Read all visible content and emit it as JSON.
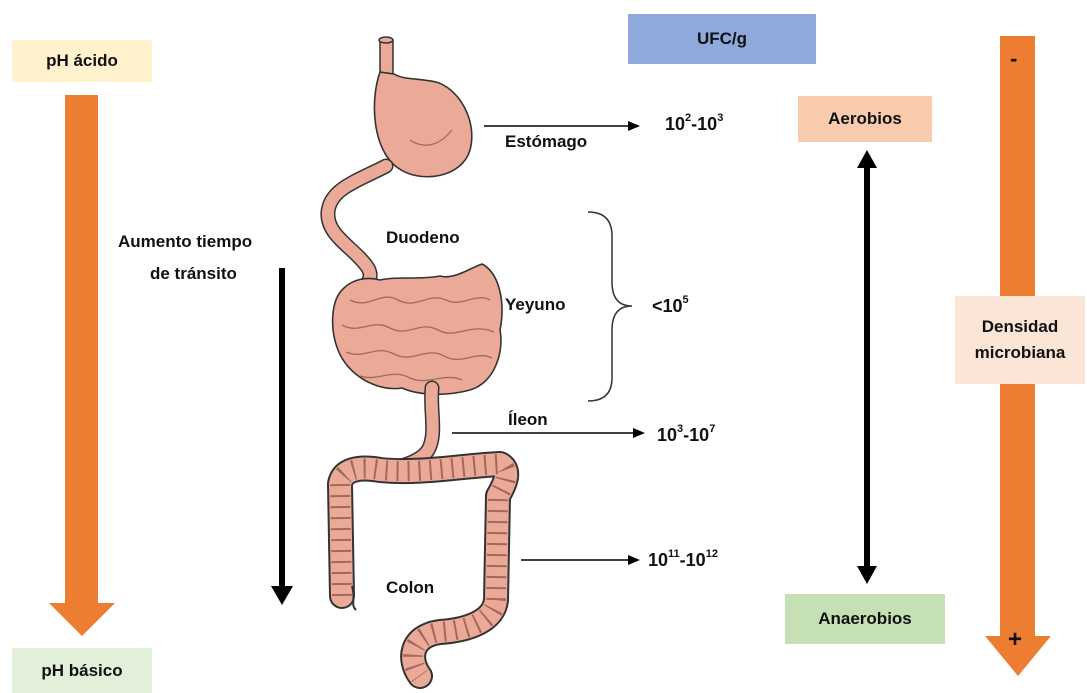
{
  "colors": {
    "orange_arrow": "#ED7D31",
    "ph_acid_bg": "#FFF2CC",
    "ph_basic_bg": "#E2F0D9",
    "ufc_bg": "#8EA9DB",
    "aerobios_bg": "#F8CBAD",
    "anaerobios_bg": "#C5E0B4",
    "densidad_bg": "#FBE5D6",
    "tissue": "#EBAA98"
  },
  "ph": {
    "acid": "pH ácido",
    "basic": "pH básico"
  },
  "ufc_header": "UFC/g",
  "transit": {
    "line1": "Aumento tiempo",
    "line2": "de tránsito"
  },
  "organs": {
    "stomach": "Estómago",
    "duodenum": "Duodeno",
    "jejunum": "Yeyuno",
    "ileum": "Íleon",
    "colon": "Colon"
  },
  "counts": {
    "stomach": {
      "a": "10",
      "a_exp": "2",
      "sep": "-",
      "b": "10",
      "b_exp": "3"
    },
    "jejunum": {
      "prefix": "<10",
      "exp": "5"
    },
    "ileum": {
      "a": "10",
      "a_exp": "3",
      "sep": "-",
      "b": "10",
      "b_exp": "7"
    },
    "colon": {
      "a": "10",
      "a_exp": "11",
      "sep": "-",
      "b": "10",
      "b_exp": "12"
    }
  },
  "oxygen": {
    "top": "Aerobios",
    "bottom": "Anaerobios"
  },
  "density": {
    "line1": "Densidad",
    "line2": "microbiana",
    "minus": "-",
    "plus": "+"
  }
}
